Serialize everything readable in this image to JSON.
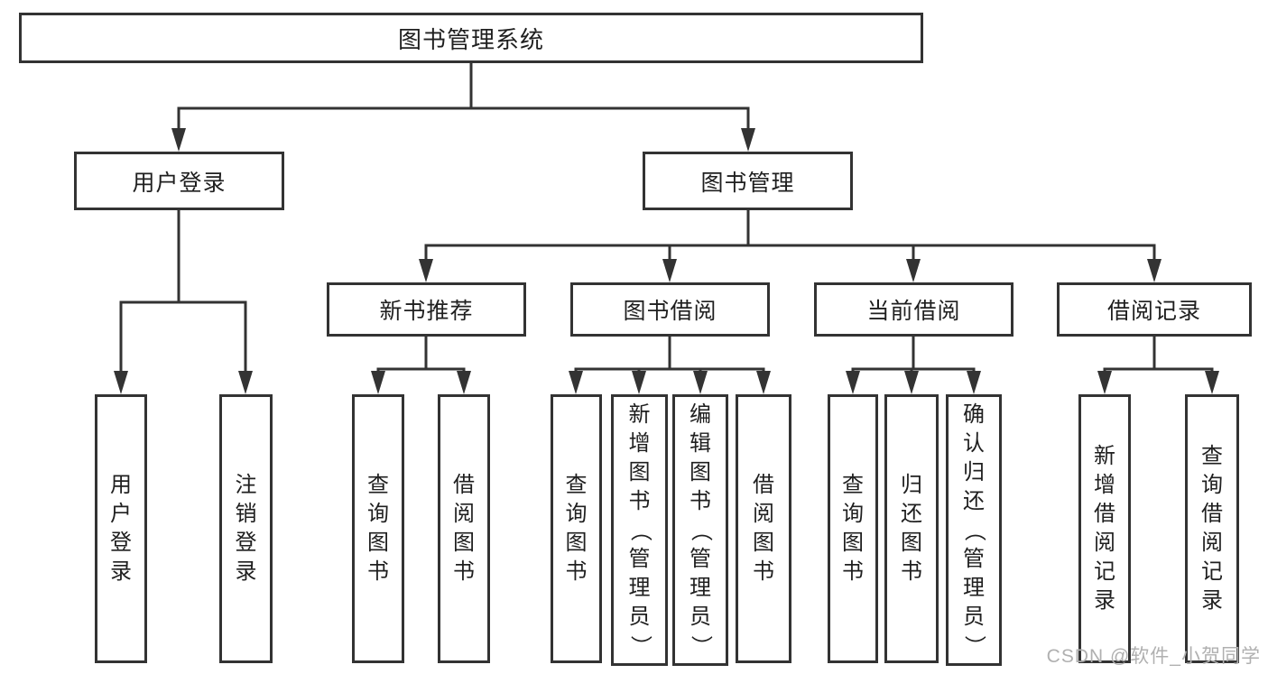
{
  "diagram": {
    "root": {
      "label": "图书管理系统"
    },
    "branches": [
      {
        "label": "用户登录",
        "children": [
          {
            "label": "用户登录"
          },
          {
            "label": "注销登录"
          }
        ]
      },
      {
        "label": "图书管理",
        "children": [
          {
            "label": "新书推荐",
            "children": [
              {
                "label": "查询图书"
              },
              {
                "label": "借阅图书"
              }
            ]
          },
          {
            "label": "图书借阅",
            "children": [
              {
                "label": "查询图书"
              },
              {
                "label": "新增图书（管理员）"
              },
              {
                "label": "编辑图书（管理员）"
              },
              {
                "label": "借阅图书"
              }
            ]
          },
          {
            "label": "当前借阅",
            "children": [
              {
                "label": "查询图书"
              },
              {
                "label": "归还图书"
              },
              {
                "label": "确认归还（管理员）"
              }
            ]
          },
          {
            "label": "借阅记录",
            "children": [
              {
                "label": "新增借阅记录"
              },
              {
                "label": "查询借阅记录"
              }
            ]
          }
        ]
      }
    ]
  },
  "watermark": {
    "text": "CSDN @软件_小贺同学"
  },
  "colors": {
    "line": "#333333",
    "text": "#1f1f1f",
    "watermark": "#b0b0b0",
    "background": "#ffffff"
  }
}
